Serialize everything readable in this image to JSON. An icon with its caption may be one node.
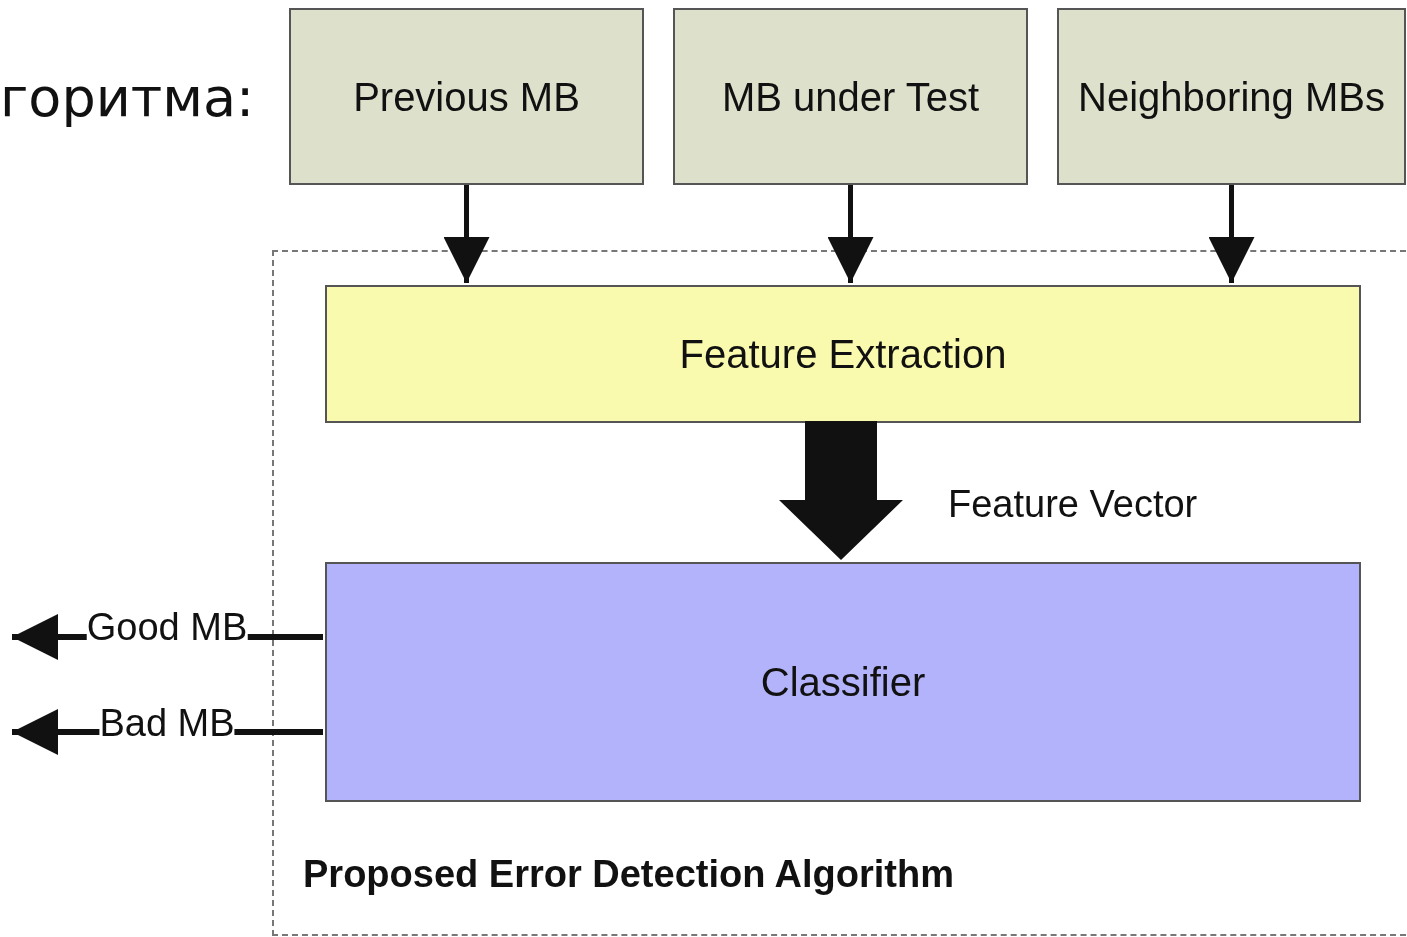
{
  "diagram": {
    "nodes": [
      {
        "text": [
          "Previous MB"
        ]
      },
      {
        "text": [
          "MB under Test"
        ]
      },
      {
        "text": [
          "Neighboring MBs"
        ]
      },
      {
        "text": [
          "Proposed Error Detection Algorithm"
        ]
      },
      {
        "text": [
          "Feature Extraction"
        ],
        "in": 3
      },
      {
        "text": [
          "Classifier"
        ],
        "in": 3
      }
    ],
    "edges": [
      {
        "from": 0,
        "to": 4,
        "arrow": "to"
      },
      {
        "from": 1,
        "to": 4,
        "arrow": "to"
      },
      {
        "from": 2,
        "to": 4,
        "arrow": "to"
      },
      {
        "from": 4,
        "to": 5,
        "arrow": "to",
        "label": "Feature Vector",
        "style": "thick"
      },
      {
        "from": 5,
        "to": null,
        "arrow": "to",
        "label": "Good MB"
      },
      {
        "from": 5,
        "to": null,
        "arrow": "to",
        "label": "Bad MB"
      }
    ],
    "labels": [
      "горитма:"
    ]
  }
}
